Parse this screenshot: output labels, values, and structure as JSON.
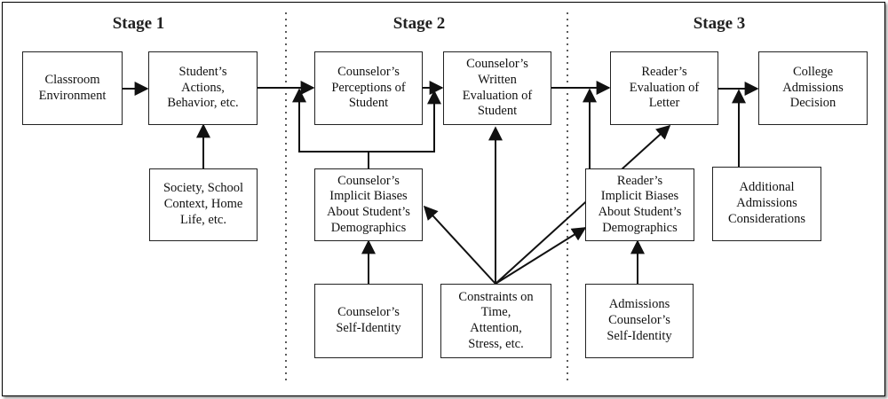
{
  "stages": {
    "s1": "Stage 1",
    "s2": "Stage 2",
    "s3": "Stage 3"
  },
  "nodes": {
    "classroom": "Classroom\nEnvironment",
    "student_actions": "Student’s\nActions,\nBehavior, etc.",
    "society": "Society, School\nContext, Home\nLife, etc.",
    "counselor_perceptions": "Counselor’s\nPerceptions of\nStudent",
    "counselor_written": "Counselor’s\nWritten\nEvaluation of\nStudent",
    "counselor_biases": "Counselor’s\nImplicit Biases\nAbout Student’s\nDemographics",
    "counselor_identity": "Counselor’s\nSelf-Identity",
    "constraints": "Constraints on\nTime,\nAttention,\nStress, etc.",
    "reader_evaluation": "Reader’s\nEvaluation of\nLetter",
    "college_decision": "College\nAdmissions\nDecision",
    "reader_biases": "Reader’s\nImplicit Biases\nAbout Student’s\nDemographics",
    "additional": "Additional\nAdmissions\nConsiderations",
    "admissions_identity": "Admissions\nCounselor’s\nSelf-Identity"
  }
}
